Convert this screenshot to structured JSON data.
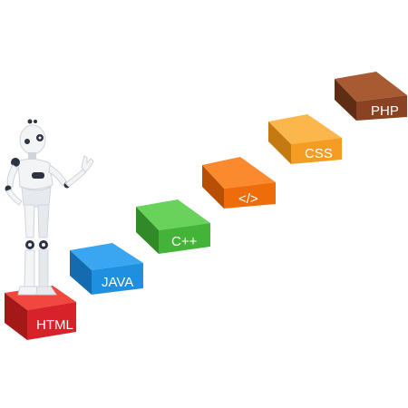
{
  "steps": [
    {
      "label": "HTML",
      "color": "#d8222a",
      "top_color": "#f0473e",
      "side_color": "#a51818"
    },
    {
      "label": "JAVA",
      "color": "#1f8fe0",
      "top_color": "#3aa6f2",
      "side_color": "#146cb0"
    },
    {
      "label": "C++",
      "color": "#44b438",
      "top_color": "#68d25a",
      "side_color": "#2f8a27"
    },
    {
      "label": "</>",
      "color": "#ee6d0a",
      "top_color": "#fb8a2e",
      "side_color": "#b94f04"
    },
    {
      "label": "CSS",
      "color": "#f59d22",
      "top_color": "#fbb64c",
      "side_color": "#c47a10"
    },
    {
      "label": "PHP",
      "color": "#8a4322",
      "top_color": "#a85a33",
      "side_color": "#5f2c14"
    }
  ],
  "robot": {
    "body_color": "#f2f4f6",
    "shade_color": "#cfd5db",
    "joint_color": "#2b3440"
  }
}
